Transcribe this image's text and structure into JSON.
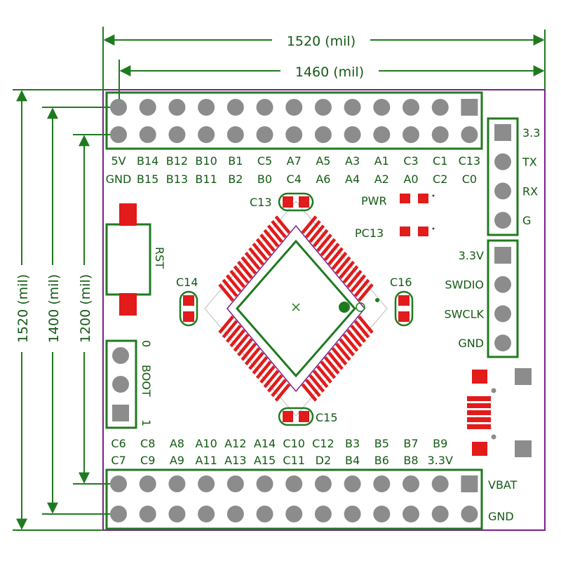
{
  "dimensions": {
    "width_outer": "1520 (mil)",
    "width_inner": "1460 (mil)",
    "height_outer": "1520 (mil)",
    "height_mid": "1400 (mil)",
    "height_inner": "1200 (mil)"
  },
  "top_header": {
    "row1_labels": [
      "5V",
      "B14",
      "B12",
      "B10",
      "B1",
      "C5",
      "A7",
      "A5",
      "A3",
      "A1",
      "C3",
      "C1",
      "C13"
    ],
    "row2_labels": [
      "GND",
      "B15",
      "B13",
      "B11",
      "B2",
      "B0",
      "C4",
      "A6",
      "A4",
      "A2",
      "A0",
      "C2",
      "C0"
    ]
  },
  "bottom_header": {
    "row1_labels": [
      "C6",
      "C8",
      "A8",
      "A10",
      "A12",
      "A14",
      "C10",
      "C12",
      "B3",
      "B5",
      "B7",
      "B9"
    ],
    "row2_labels": [
      "C7",
      "C9",
      "A9",
      "A11",
      "A13",
      "A15",
      "C11",
      "D2",
      "B4",
      "B6",
      "B8",
      "3.3V"
    ],
    "pin_row1": "VBAT",
    "pin_row2": "GND"
  },
  "uart_header": [
    "3.3",
    "TX",
    "RX",
    "G"
  ],
  "swd_header": [
    "3.3V",
    "SWDIO",
    "SWCLK",
    "GND"
  ],
  "boot": {
    "label": "BOOT",
    "top": "0",
    "bottom": "1"
  },
  "reset": {
    "label": "RST"
  },
  "leds": {
    "pwr": "PWR",
    "pc13": "PC13"
  },
  "caps": {
    "c13": "C13",
    "c14": "C14",
    "c15": "C15",
    "c16": "C16"
  },
  "colors": {
    "outline": "#1f7a1f",
    "board_edge": "#7a1f8a",
    "pad_red": "#e21b1b",
    "pin_grey": "#8c8c8c",
    "text": "#145a14"
  }
}
